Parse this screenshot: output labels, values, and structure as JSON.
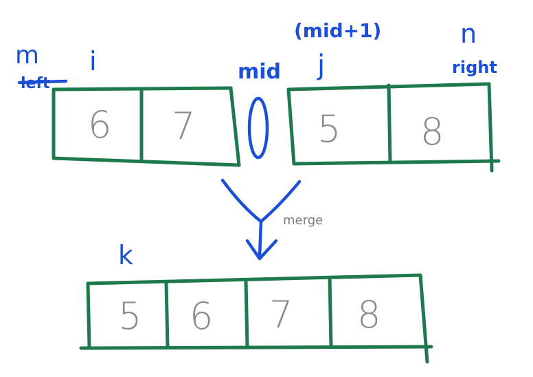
{
  "labels": {
    "m": "m",
    "left": "left",
    "i": "i",
    "mid": "mid",
    "mid_value": "0",
    "mid_plus_one": "(mid+1)",
    "j": "j",
    "n": "n",
    "right": "right",
    "k": "k",
    "merge": "merge"
  },
  "arrays": {
    "left_half": [
      "6",
      "7"
    ],
    "right_half": [
      "5",
      "8"
    ],
    "merged": [
      "5",
      "6",
      "7",
      "8"
    ]
  },
  "colors": {
    "blue_ink": "#1a4fd6",
    "green_ink": "#1e7a4c",
    "digit_gray": "#8a8a8a"
  }
}
